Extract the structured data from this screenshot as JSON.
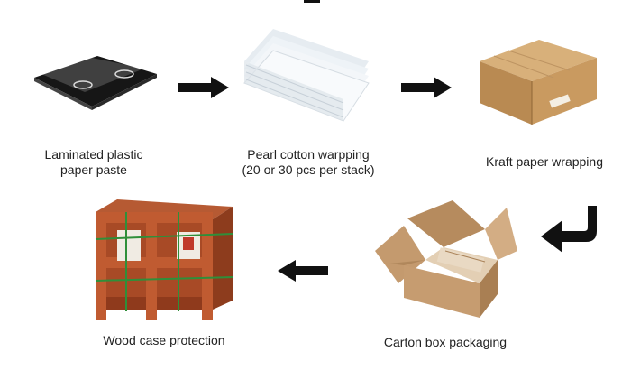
{
  "steps": [
    {
      "label_lines": [
        "Laminated plastic",
        "paper paste"
      ],
      "image": "laminated-glass-panel"
    },
    {
      "label_lines": [
        "Pearl cotton warpping",
        "(20 or 30 pcs per stack)"
      ],
      "image": "pearl-cotton-stack"
    },
    {
      "label_lines": [
        "Kraft paper wrapping"
      ],
      "image": "kraft-paper-package"
    },
    {
      "label_lines": [
        "Carton box packaging"
      ],
      "image": "open-carton-box"
    },
    {
      "label_lines": [
        "Wood case protection"
      ],
      "image": "wooden-crate"
    }
  ],
  "arrows": [
    "right-arrow-icon",
    "right-arrow-icon",
    "u-turn-arrow-icon",
    "left-arrow-icon"
  ],
  "colors": {
    "arrow": "#111111",
    "kraft": "#c79a5e",
    "carton": "#c9a178",
    "crate": "#a84a26",
    "strap": "#2f8f3a"
  }
}
